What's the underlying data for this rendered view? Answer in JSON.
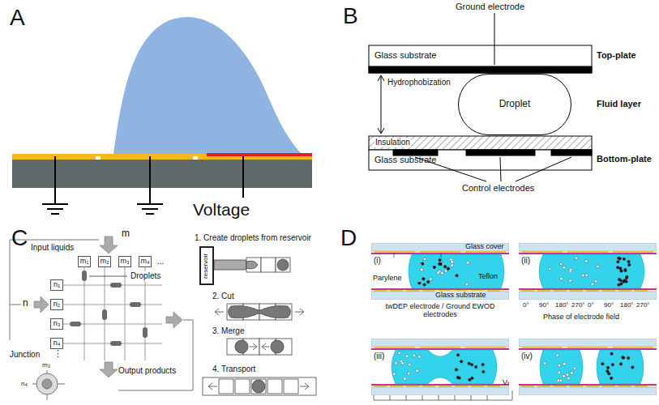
{
  "diagram": {
    "nodes": [
      {
        "text": [
          "Droplet"
        ]
      },
      {
        "text": [
          "m₁"
        ]
      },
      {
        "text": [
          "m₂"
        ]
      },
      {
        "text": [
          "m₃"
        ]
      },
      {
        "text": [
          "m₄"
        ]
      },
      {
        "text": [
          "n₁"
        ]
      },
      {
        "text": [
          "n₂"
        ]
      },
      {
        "text": [
          "n₃"
        ]
      },
      {
        "text": [
          "n₄"
        ]
      },
      {
        "text": [
          "reservoir"
        ]
      }
    ],
    "labels": [
      "A",
      "Voltage",
      "B",
      "Ground electrode",
      "Glass substrate",
      "Top-plate",
      "Hydrophobization",
      "Fluid layer",
      "Insulation",
      "Glass substrate",
      "Bottom-plate",
      "Control electrodes",
      "C",
      "m",
      "Input liquids",
      "n",
      "...",
      "⋮",
      "Droplets",
      "Junction",
      "m₃",
      "n₄",
      "Output products",
      "1. Create droplets from reservoir",
      "2. Cut",
      "3. Merge",
      "4. Transport",
      "D",
      "(i)",
      "(ii)",
      "(iii)",
      "(iv)",
      "Glass cover",
      "Parylene",
      "Teflon",
      "Glass substrate",
      "twDEP electrode / Ground EWOD electrodes",
      "Phase of electrode field",
      "0°",
      "90°",
      "180°",
      "270°",
      "0°",
      "90°",
      "180°",
      "270°",
      "Vₜ"
    ]
  }
}
